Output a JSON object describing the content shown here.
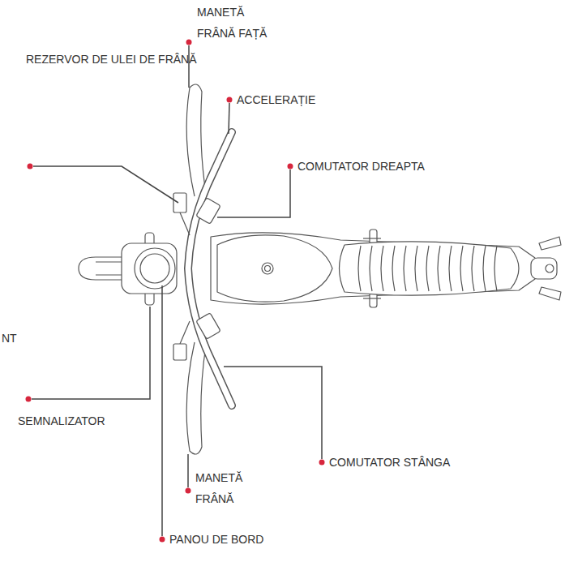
{
  "diagram": {
    "labels": [
      "MANETĂ FRÂNĂ FAȚĂ",
      "ACCELERAȚIE",
      "REZERVOR DE ULEI DE FRÂNĂ",
      "COMUTATOR DREAPTA",
      "NT",
      "SEMNALIZATOR",
      "COMUTATOR STÂNGA",
      "MANETĂ FRÂNĂ",
      "PANOU DE BORD"
    ]
  }
}
